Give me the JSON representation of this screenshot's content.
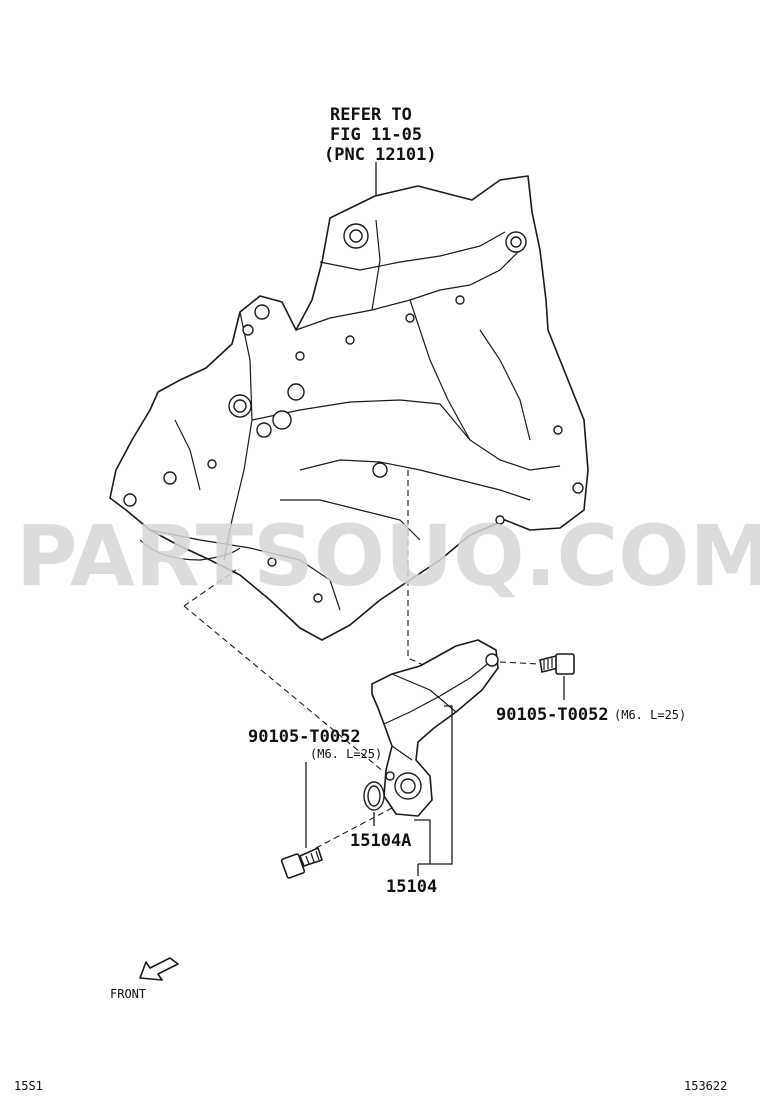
{
  "refer_note": {
    "line1": "REFER TO",
    "line2": "FIG 11-05",
    "line3": "(PNC 12101)"
  },
  "callouts": {
    "bolt_right_part": "90105-T0052",
    "bolt_right_spec": "(M6. L=25)",
    "bolt_left_part": "90105-T0052",
    "bolt_left_spec": "(M6. L=25)",
    "oring_part": "15104A",
    "assembly_part": "15104"
  },
  "direction": {
    "label": "FRONT"
  },
  "footer": {
    "left_code": "15S1",
    "right_code": "153622"
  },
  "watermark": "PARTSOUQ.COM",
  "icons": [
    "front-arrow-icon"
  ]
}
